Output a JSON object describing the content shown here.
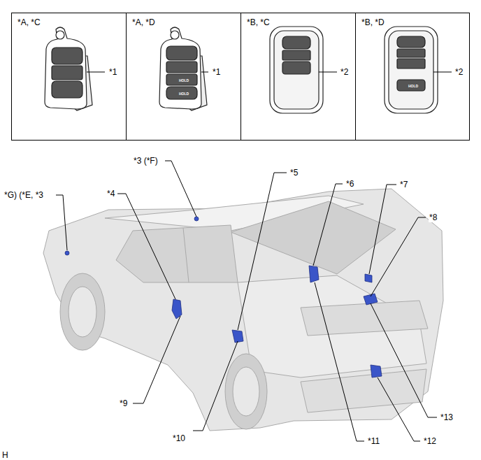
{
  "diagram": {
    "nodes": [
      {
        "text": [
          "*A, *C",
          "*1"
        ]
      },
      {
        "text": [
          "*A, *D",
          "*1",
          "HOLD",
          "HOLD"
        ]
      },
      {
        "text": [
          "*B, *C",
          "*2"
        ]
      },
      {
        "text": [
          "*B, *D",
          "*2",
          "HOLD"
        ]
      }
    ],
    "labels": [
      "*3 (*F)",
      "*G) (*E, *3",
      "*4",
      "*5",
      "*6",
      "*7",
      "*8",
      "*9",
      "*10",
      "*11",
      "*12",
      "*13",
      "H"
    ]
  }
}
